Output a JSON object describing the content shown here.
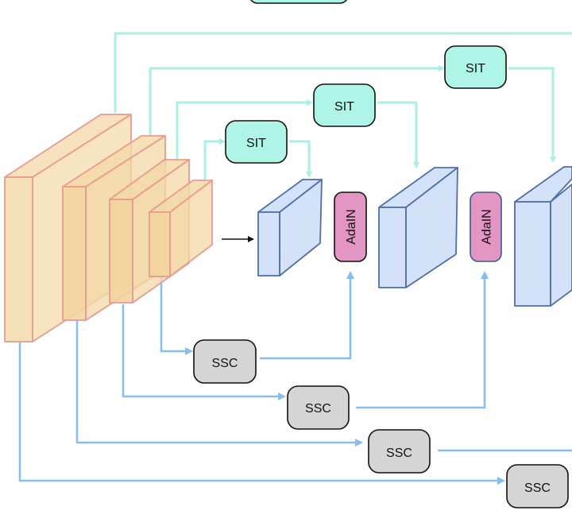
{
  "diagram": {
    "sit_label": "SIT",
    "ssc_label": "SSC",
    "adain_label": "AdaIN",
    "colors": {
      "sit_fill": "#aef5e8",
      "sit_line": "#a8f0e4",
      "ssc_fill": "#d5d5d5",
      "ssc_line": "#86bdf2",
      "adain_fill": "#e395c3",
      "encoder_fill": "#f5ddb0",
      "encoder_stroke": "#ea9a90",
      "decoder_fill": "#d3e2f8",
      "decoder_stroke": "#4f6fa8"
    },
    "sit_blocks": [
      {
        "id": "sit-1",
        "label": "SIT"
      },
      {
        "id": "sit-2",
        "label": "SIT"
      },
      {
        "id": "sit-3",
        "label": "SIT"
      },
      {
        "id": "sit-top",
        "label": ""
      }
    ],
    "ssc_blocks": [
      {
        "id": "ssc-1",
        "label": "SSC"
      },
      {
        "id": "ssc-2",
        "label": "SSC"
      },
      {
        "id": "ssc-3",
        "label": "SSC"
      },
      {
        "id": "ssc-4",
        "label": "SSC"
      }
    ],
    "adain_blocks": [
      {
        "id": "adain-1",
        "label": "AdaIN"
      },
      {
        "id": "adain-2",
        "label": "AdaIN"
      }
    ]
  }
}
